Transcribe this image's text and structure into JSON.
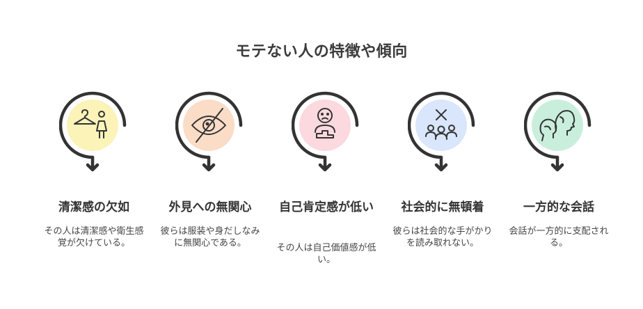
{
  "title": "モテない人の特徴や傾向",
  "items": [
    {
      "heading": "清潔感の欠如",
      "description": "その人は清潔感や衛生感覚が欠けている。",
      "icon": "hanger-person-icon",
      "color": "#fbf3b8"
    },
    {
      "heading": "外見への無関心",
      "description": "彼らは服装や身だしなみに無関心である。",
      "icon": "eye-slash-icon",
      "color": "#fbdcc7"
    },
    {
      "heading": "自己肯定感が低い",
      "description": "その人は自己価値感が低い。",
      "icon": "sad-person-podium-icon",
      "color": "#fbd9de"
    },
    {
      "heading": "社会的に無頓着",
      "description": "彼らは社会的な手がかりを読み取れない。",
      "icon": "group-x-icon",
      "color": "#d9e6fb"
    },
    {
      "heading": "一方的な会話",
      "description": "会話が一方的に支配される。",
      "icon": "two-heads-talking-icon",
      "color": "#c9efdc"
    }
  ]
}
